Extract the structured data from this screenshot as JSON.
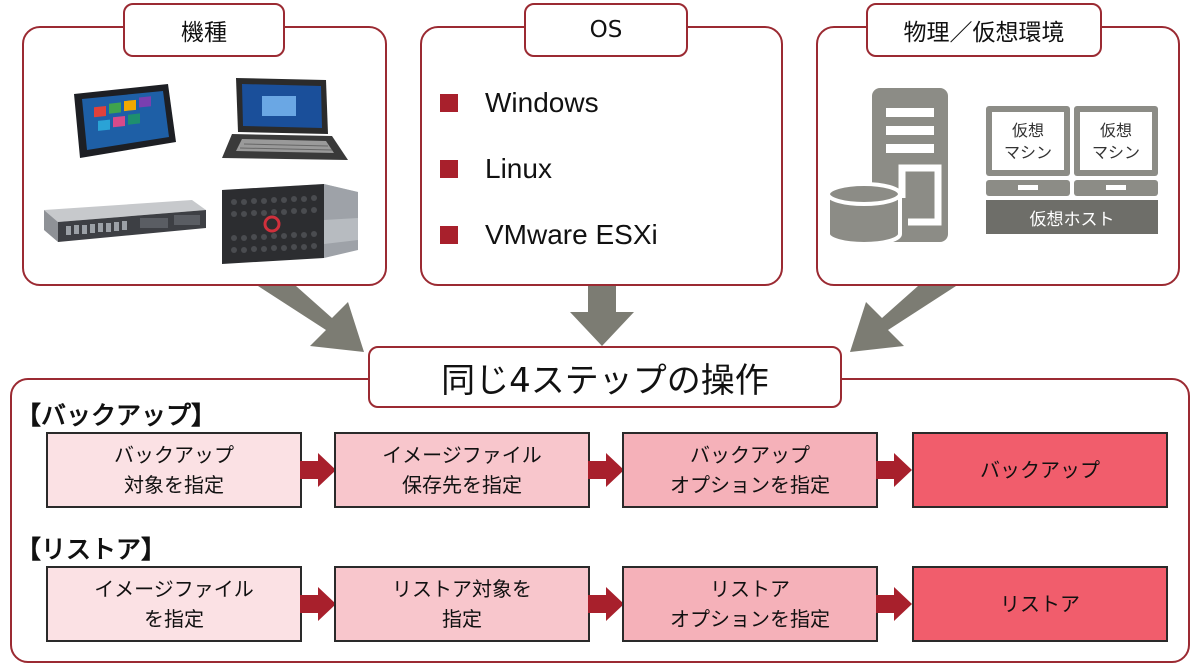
{
  "colors": {
    "frame": "#9b2a32",
    "arrow_red": "#a8202c",
    "arrow_gray": "#7c7c73",
    "icon_gray": "#8c8c86",
    "step_shades": [
      "#fbe1e4",
      "#f8c6cc",
      "#f5b1b9",
      "#f15d6c"
    ]
  },
  "panels": {
    "models": {
      "title": "機種",
      "images": [
        "tablet-image",
        "laptop-image",
        "rack-server-image",
        "tower-server-image"
      ]
    },
    "os": {
      "title": "OS",
      "items": [
        "Windows",
        "Linux",
        "VMware ESXi"
      ]
    },
    "env": {
      "title": "物理／仮想環境",
      "vm_label_line1": "仮想",
      "vm_label_line2": "マシン",
      "host_label": "仮想ホスト"
    }
  },
  "main": {
    "title": "同じ4ステップの操作",
    "backup": {
      "label": "【バックアップ】",
      "steps": [
        "バックアップ\n対象を指定",
        "イメージファイル\n保存先を指定",
        "バックアップ\nオプションを指定",
        "バックアップ"
      ]
    },
    "restore": {
      "label": "【リストア】",
      "steps": [
        "イメージファイル\nを指定",
        "リストア対象を\n指定",
        "リストア\nオプションを指定",
        "リストア"
      ]
    }
  }
}
